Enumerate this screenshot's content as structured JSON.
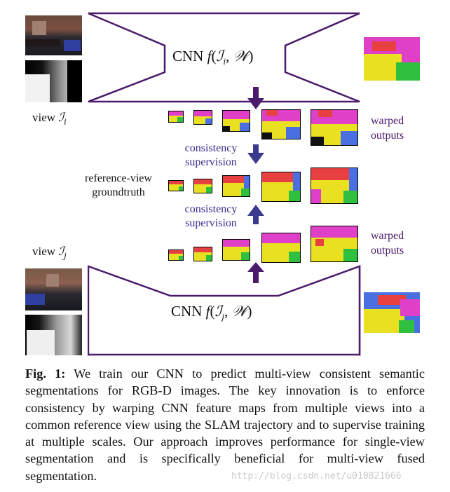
{
  "figure": {
    "cnn_top_label": "CNN",
    "cnn_bottom_label": "CNN",
    "view_i_label": "view",
    "view_j_label": "view",
    "consistency_top": [
      "consistency",
      "supervision"
    ],
    "consistency_bottom": [
      "consistency",
      "supervision"
    ],
    "reference_view": [
      "reference-view",
      "groundtruth"
    ],
    "warped_top": [
      "warped",
      "outputs"
    ],
    "warped_bottom": [
      "warped",
      "outputs"
    ]
  },
  "caption": {
    "label": "Fig. 1:",
    "text": "We train our CNN to predict multi-view consistent semantic segmentations for RGB-D images. The key innovation is to enforce consistency by warping CNN feature maps from multiple views into a common reference view using the SLAM trajectory and to supervise training at multiple scales. Our approach improves performance for single-view segmentation and is specifically beneficial for multi-view fused segmentation."
  },
  "watermark": "http://blog.csdn.net/u010821666",
  "colors": {
    "arrow": "#4a1a6b",
    "blue_arrow": "#3b3a8f",
    "seg_magenta": "#e040c8",
    "seg_yellow": "#e8e020",
    "seg_blue": "#4a6fe0",
    "seg_red": "#e84040",
    "seg_green": "#30c040"
  }
}
